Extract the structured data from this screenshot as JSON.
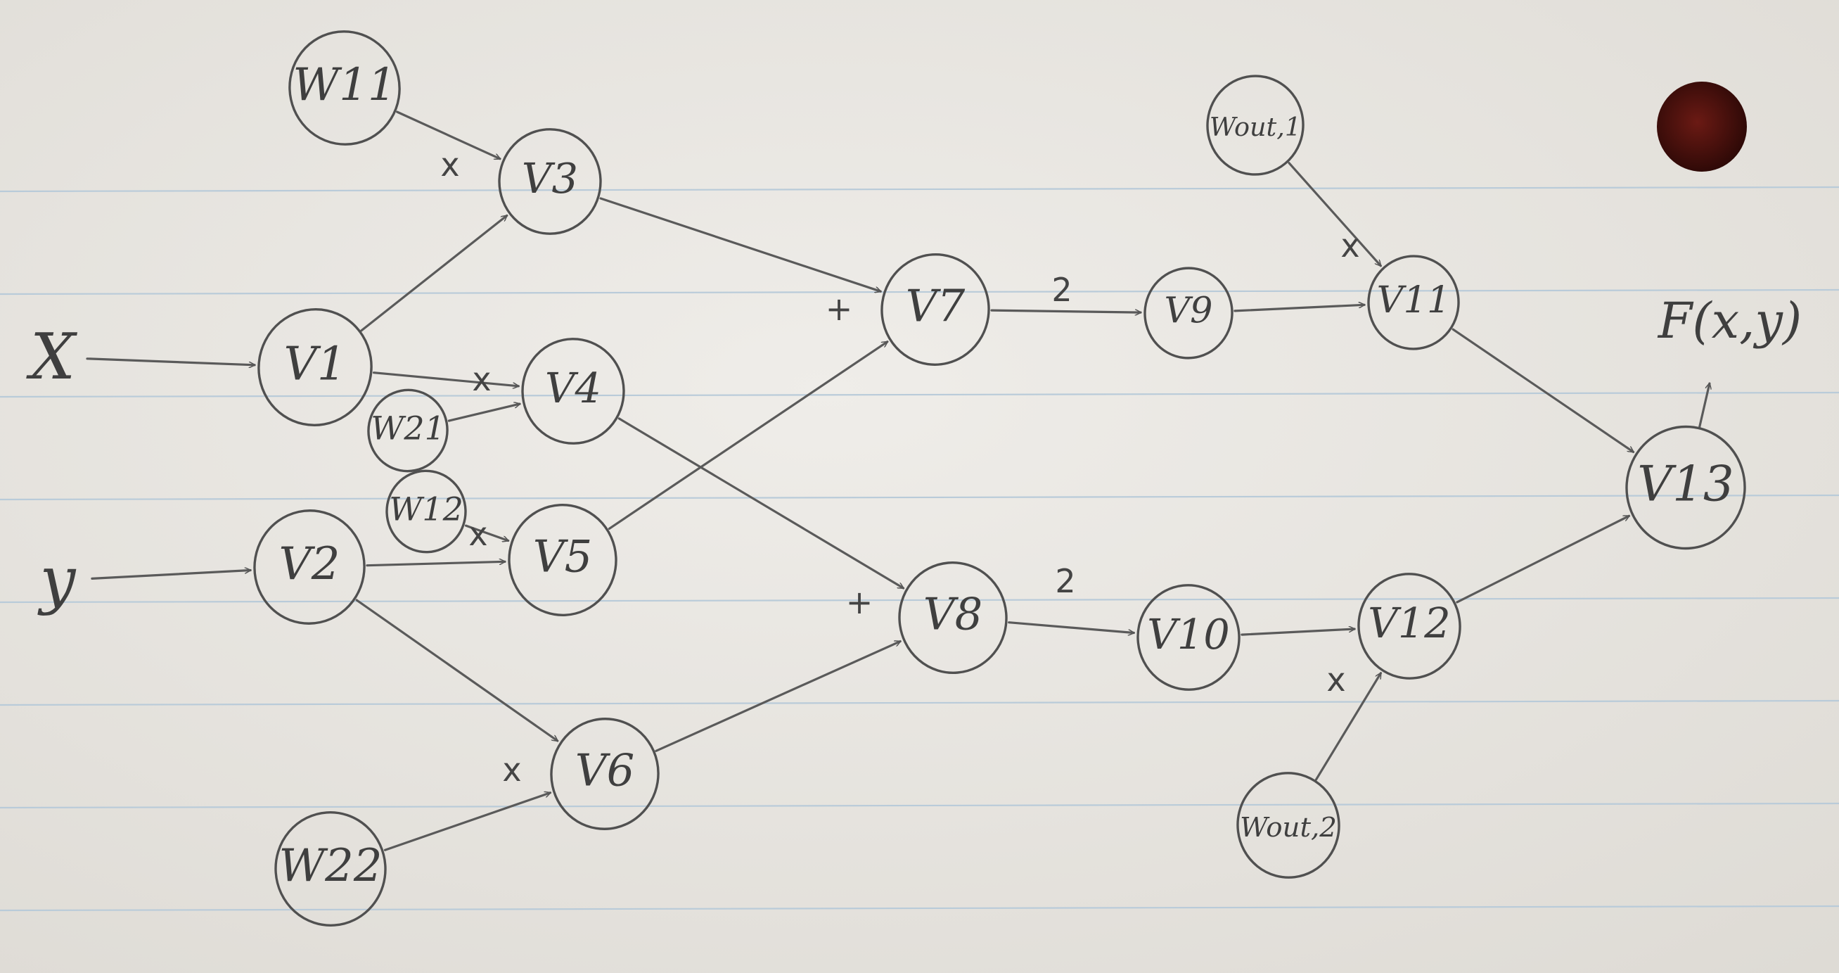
{
  "diagram": {
    "inputs": [
      {
        "id": "x",
        "label": "X"
      },
      {
        "id": "y",
        "label": "y"
      }
    ],
    "output_label": "F(x,y)",
    "nodes": [
      {
        "id": "w11",
        "label": "W11"
      },
      {
        "id": "v3",
        "label": "V3"
      },
      {
        "id": "v1",
        "label": "V1"
      },
      {
        "id": "v4",
        "label": "V4"
      },
      {
        "id": "w21",
        "label": "W21"
      },
      {
        "id": "w12",
        "label": "W12"
      },
      {
        "id": "v2",
        "label": "V2"
      },
      {
        "id": "v5",
        "label": "V5"
      },
      {
        "id": "v6",
        "label": "V6"
      },
      {
        "id": "w22",
        "label": "W22"
      },
      {
        "id": "v7",
        "label": "V7"
      },
      {
        "id": "v8",
        "label": "V8"
      },
      {
        "id": "v9",
        "label": "V9"
      },
      {
        "id": "v10",
        "label": "V10"
      },
      {
        "id": "wout1",
        "label": "Wout,1"
      },
      {
        "id": "wout2",
        "label": "Wout,2"
      },
      {
        "id": "v11",
        "label": "V11"
      },
      {
        "id": "v12",
        "label": "V12"
      },
      {
        "id": "v13",
        "label": "V13"
      }
    ],
    "edges": [
      {
        "from": "x",
        "to": "v1"
      },
      {
        "from": "y",
        "to": "v2"
      },
      {
        "from": "w11",
        "to": "v3"
      },
      {
        "from": "v1",
        "to": "v3"
      },
      {
        "from": "v1",
        "to": "v4"
      },
      {
        "from": "w21",
        "to": "v4"
      },
      {
        "from": "w12",
        "to": "v5"
      },
      {
        "from": "v2",
        "to": "v5"
      },
      {
        "from": "v2",
        "to": "v6"
      },
      {
        "from": "w22",
        "to": "v6"
      },
      {
        "from": "v3",
        "to": "v7"
      },
      {
        "from": "v5",
        "to": "v7"
      },
      {
        "from": "v4",
        "to": "v8"
      },
      {
        "from": "v6",
        "to": "v8"
      },
      {
        "from": "v7",
        "to": "v9"
      },
      {
        "from": "v8",
        "to": "v10"
      },
      {
        "from": "v9",
        "to": "v11"
      },
      {
        "from": "wout1",
        "to": "v11"
      },
      {
        "from": "v10",
        "to": "v12"
      },
      {
        "from": "wout2",
        "to": "v12"
      },
      {
        "from": "v11",
        "to": "v13"
      },
      {
        "from": "v12",
        "to": "v13"
      },
      {
        "from": "v13",
        "to": "output"
      }
    ],
    "operations": [
      {
        "node": "v3",
        "label": "x"
      },
      {
        "node": "v4",
        "label": "x"
      },
      {
        "node": "v5",
        "label": "x"
      },
      {
        "node": "v6",
        "label": "x"
      },
      {
        "node": "v7",
        "label": "+"
      },
      {
        "node": "v8",
        "label": "+"
      },
      {
        "node": "v9",
        "label": "2"
      },
      {
        "node": "v10",
        "label": "2"
      },
      {
        "node": "v11",
        "label": "x"
      },
      {
        "node": "v12",
        "label": "x"
      }
    ]
  },
  "colors": {
    "paper": "#e8e6e1",
    "rule_line": "#b9cbd9",
    "pencil": "#4d4d4d",
    "punch_hole": "#4a1310"
  }
}
